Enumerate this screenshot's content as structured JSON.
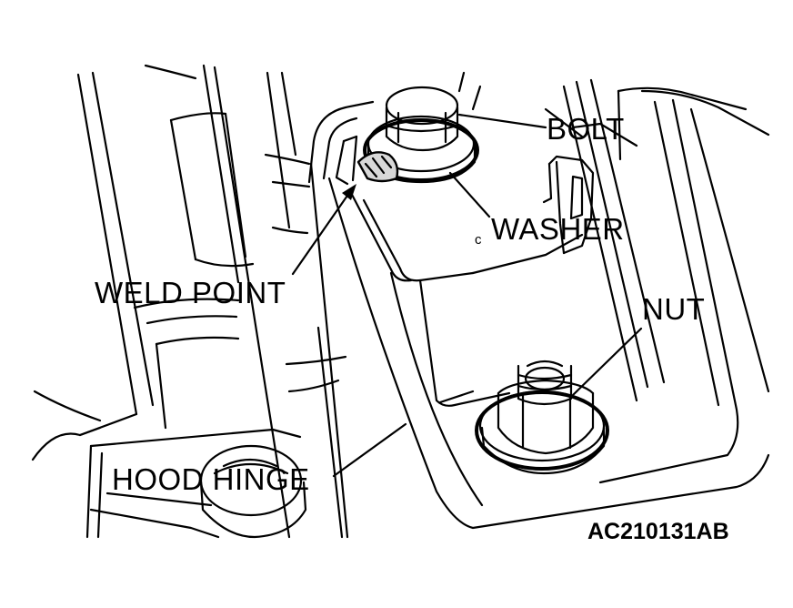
{
  "labels": {
    "bolt": "BOLT",
    "washer": "WASHER",
    "weld_point": "WELD POINT",
    "nut": "NUT",
    "hood_hinge": "HOOD HINGE"
  },
  "figure_id": "AC210131AB",
  "stray_mark": "c",
  "colors": {
    "line": "#000000",
    "fill": "#ffffff",
    "weld_fill": "#d8d8d8"
  }
}
